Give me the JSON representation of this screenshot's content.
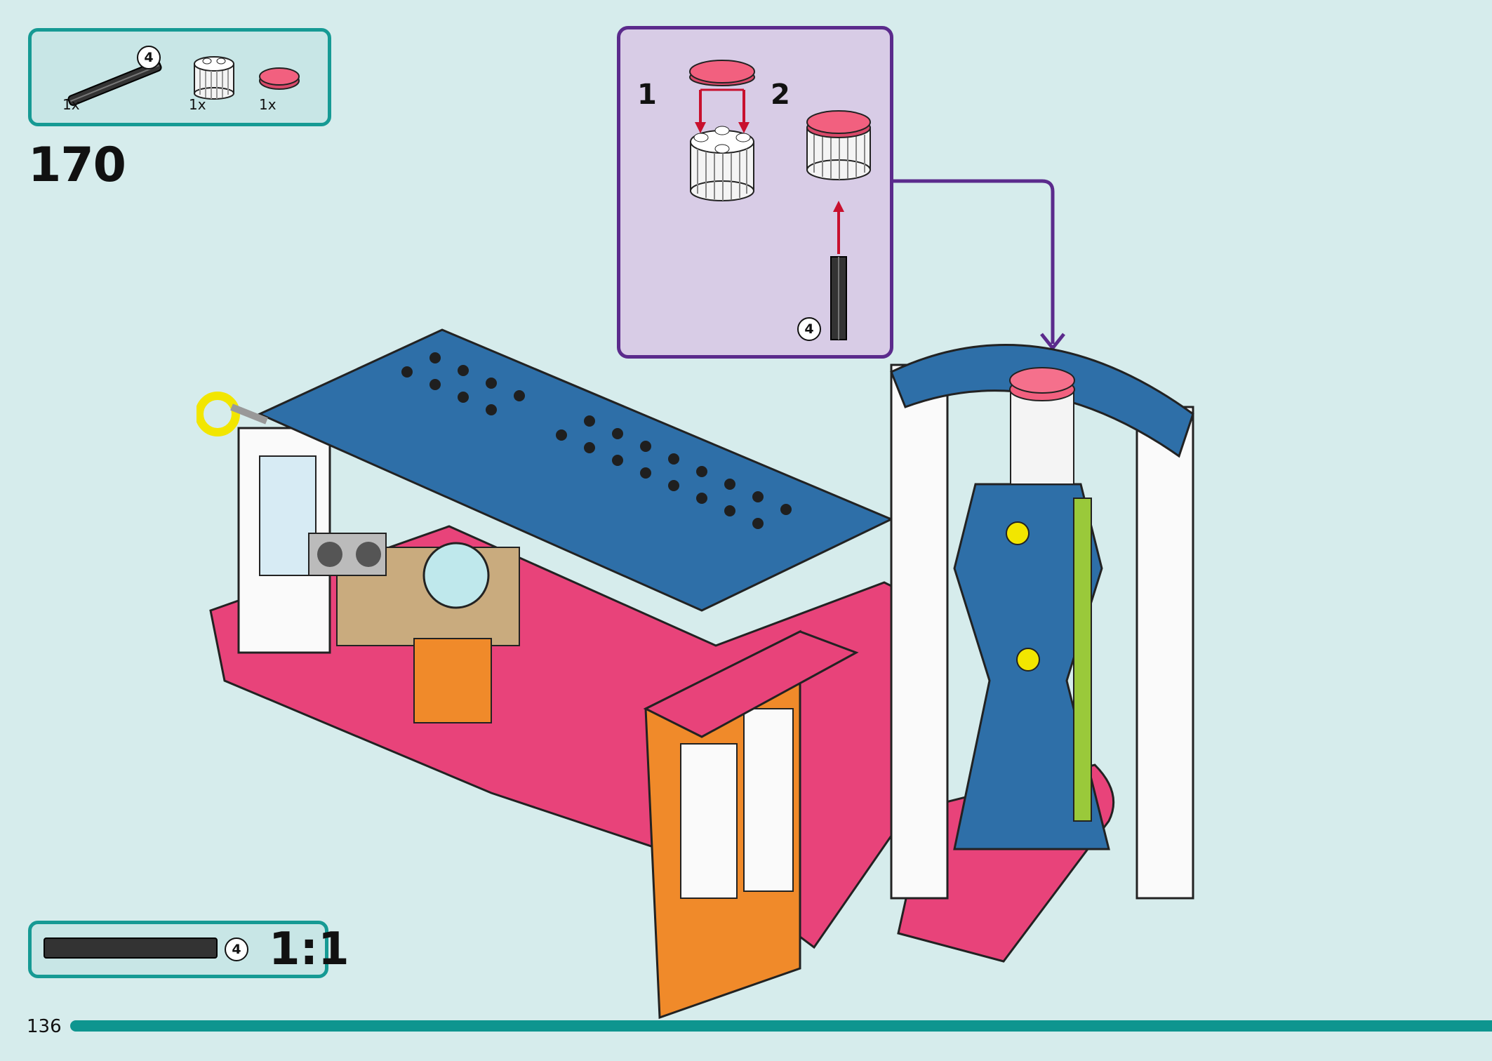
{
  "parts_list": {
    "items": [
      {
        "part": "axle",
        "quantity": "1x",
        "length_badge": "4"
      },
      {
        "part": "round-brick",
        "quantity": "1x"
      },
      {
        "part": "round-tile-pink",
        "quantity": "1x"
      }
    ]
  },
  "step": {
    "number": "170"
  },
  "sub_assembly": {
    "steps": [
      {
        "number": "1"
      },
      {
        "number": "2"
      }
    ],
    "axle_length_badge": "4"
  },
  "scale_reference": {
    "length_badge": "4",
    "scale_label": "1:1"
  },
  "page": {
    "number": "136"
  },
  "colors": {
    "background": "#d6ecec",
    "callout_border": "#169a94",
    "subassembly_border": "#5b2b8c",
    "footer_bar": "#0e958f",
    "blue_plate": "#2e6fa8",
    "pink_plate": "#e8437a",
    "pink_tile": "#f2607f"
  }
}
